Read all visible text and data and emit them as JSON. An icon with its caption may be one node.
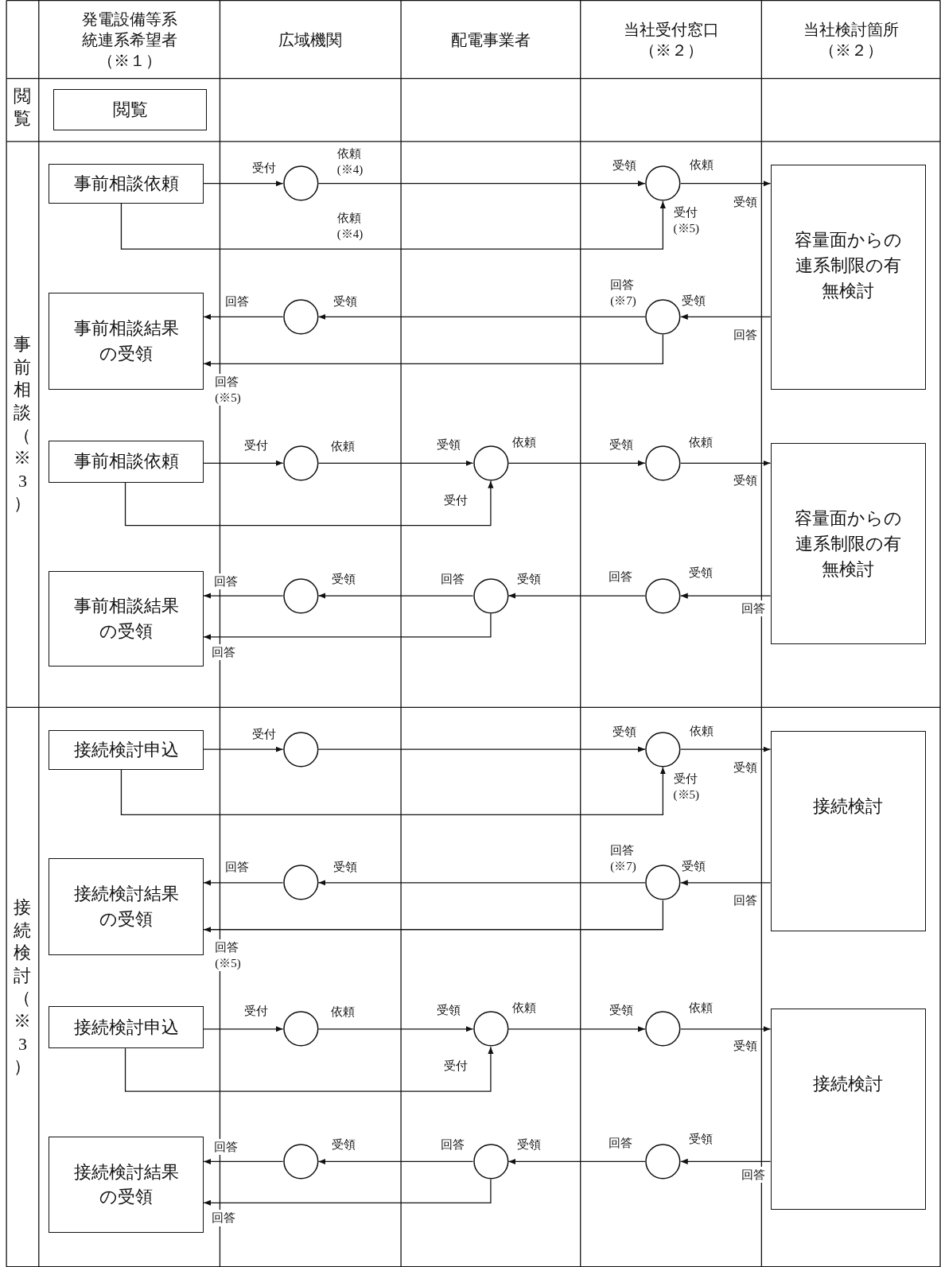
{
  "diagram": {
    "nodes": [
      {
        "text": [
          "閲覧"
        ]
      },
      {
        "text": [
          "事前相談依頼"
        ]
      },
      {
        "text": [],
        "shape": "circle"
      },
      {
        "text": [],
        "shape": "circle"
      },
      {
        "text": [
          "容量面からの連系制限の有無検討"
        ]
      },
      {
        "text": [
          "事前相談結果の受領"
        ]
      },
      {
        "text": [],
        "shape": "circle"
      },
      {
        "text": [],
        "shape": "circle"
      },
      {
        "text": [
          "事前相談依頼"
        ]
      },
      {
        "text": [],
        "shape": "circle"
      },
      {
        "text": [],
        "shape": "circle"
      },
      {
        "text": [],
        "shape": "circle"
      },
      {
        "text": [
          "容量面からの連系制限の有無検討"
        ]
      },
      {
        "text": [
          "事前相談結果の受領"
        ]
      },
      {
        "text": [],
        "shape": "circle"
      },
      {
        "text": [],
        "shape": "circle"
      },
      {
        "text": [],
        "shape": "circle"
      },
      {
        "text": [
          "接続検討申込"
        ]
      },
      {
        "text": [],
        "shape": "circle"
      },
      {
        "text": [],
        "shape": "circle"
      },
      {
        "text": [
          "接続検討"
        ]
      },
      {
        "text": [
          "接続検討結果の受領"
        ]
      },
      {
        "text": [],
        "shape": "circle"
      },
      {
        "text": [],
        "shape": "circle"
      },
      {
        "text": [
          "接続検討申込"
        ]
      },
      {
        "text": [],
        "shape": "circle"
      },
      {
        "text": [],
        "shape": "circle"
      },
      {
        "text": [],
        "shape": "circle"
      },
      {
        "text": [
          "接続検討"
        ]
      },
      {
        "text": [
          "接続検討結果の受領"
        ]
      },
      {
        "text": [],
        "shape": "circle"
      },
      {
        "text": [],
        "shape": "circle"
      },
      {
        "text": [],
        "shape": "circle"
      }
    ],
    "edges": [
      {
        "from": 1,
        "to": 2,
        "arrow": "to",
        "label": "受付"
      },
      {
        "from": 2,
        "to": 3,
        "arrow": "to",
        "label": "受領"
      },
      {
        "from": 3,
        "to": 4,
        "arrow": "to",
        "label": "受領"
      },
      {
        "from": 1,
        "to": 3,
        "arrow": "to",
        "label": "受付(※5)"
      },
      {
        "from": 4,
        "to": 7,
        "arrow": "to",
        "label": "受領"
      },
      {
        "from": 7,
        "to": 6,
        "arrow": "to",
        "label": "受領"
      },
      {
        "from": 6,
        "to": 5,
        "arrow": "to",
        "label": "回答"
      },
      {
        "from": 7,
        "to": 5,
        "arrow": "to",
        "label": "回答(※5)"
      },
      {
        "from": 8,
        "to": 9,
        "arrow": "to",
        "label": "受付"
      },
      {
        "from": 9,
        "to": 10,
        "arrow": "to",
        "label": "受領"
      },
      {
        "from": 10,
        "to": 11,
        "arrow": "to",
        "label": "受領"
      },
      {
        "from": 11,
        "to": 12,
        "arrow": "to",
        "label": "受領"
      },
      {
        "from": 8,
        "to": 10,
        "arrow": "to",
        "label": "受付"
      },
      {
        "from": 12,
        "to": 16,
        "arrow": "to",
        "label": "受領"
      },
      {
        "from": 16,
        "to": 15,
        "arrow": "to",
        "label": "受領"
      },
      {
        "from": 15,
        "to": 14,
        "arrow": "to",
        "label": "受領"
      },
      {
        "from": 14,
        "to": 13,
        "arrow": "to",
        "label": "回答"
      },
      {
        "from": 15,
        "to": 13,
        "arrow": "to",
        "label": "回答"
      },
      {
        "from": 17,
        "to": 18,
        "arrow": "to",
        "label": "受付"
      },
      {
        "from": 18,
        "to": 19,
        "arrow": "to",
        "label": "受領"
      },
      {
        "from": 19,
        "to": 20,
        "arrow": "to",
        "label": "受領"
      },
      {
        "from": 17,
        "to": 19,
        "arrow": "to",
        "label": "受付(※5)"
      },
      {
        "from": 20,
        "to": 23,
        "arrow": "to",
        "label": "受領"
      },
      {
        "from": 23,
        "to": 22,
        "arrow": "to",
        "label": "受領"
      },
      {
        "from": 22,
        "to": 21,
        "arrow": "to",
        "label": "回答"
      },
      {
        "from": 23,
        "to": 21,
        "arrow": "to",
        "label": "回答(※5)"
      },
      {
        "from": 24,
        "to": 25,
        "arrow": "to",
        "label": "受付"
      },
      {
        "from": 25,
        "to": 26,
        "arrow": "to",
        "label": "受領"
      },
      {
        "from": 26,
        "to": 27,
        "arrow": "to",
        "label": "受領"
      },
      {
        "from": 27,
        "to": 28,
        "arrow": "to",
        "label": "受領"
      },
      {
        "from": 24,
        "to": 26,
        "arrow": "to",
        "label": "受付"
      },
      {
        "from": 28,
        "to": 32,
        "arrow": "to",
        "label": "受領"
      },
      {
        "from": 32,
        "to": 31,
        "arrow": "to",
        "label": "受領"
      },
      {
        "from": 31,
        "to": 30,
        "arrow": "to",
        "label": "受領"
      },
      {
        "from": 30,
        "to": 29,
        "arrow": "to",
        "label": "回答"
      },
      {
        "from": 31,
        "to": 29,
        "arrow": "to",
        "label": "回答"
      }
    ],
    "labels": [
      "発電設備等系統連系希望者（※１）",
      "広域機関",
      "配電事業者",
      "当社受付窓口（※２）",
      "当社検討箇所（※２）",
      "閲覧",
      "事前相談（※3）",
      "接続検討（※3）",
      "依頼(※4)",
      "依頼",
      "依頼(※4)",
      "回答(※7)",
      "回答",
      "依頼",
      "依頼",
      "依頼",
      "回答",
      "回答",
      "回答",
      "依頼",
      "回答(※7)",
      "回答",
      "依頼",
      "依頼",
      "依頼",
      "回答",
      "回答",
      "回答"
    ]
  }
}
